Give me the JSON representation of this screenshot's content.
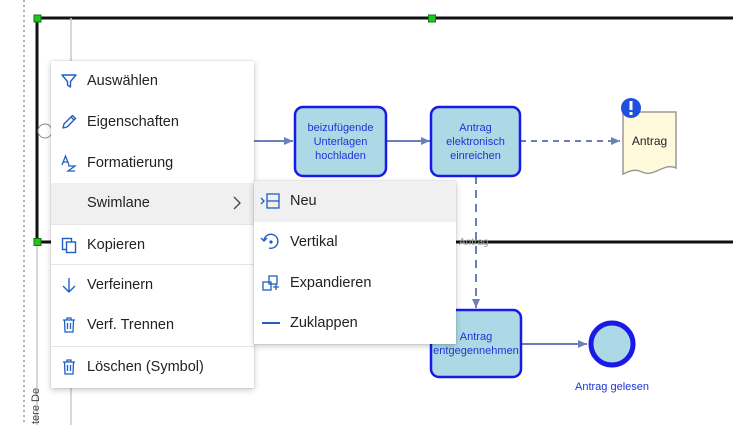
{
  "diagram": {
    "nodes": {
      "upload": "beizufügende Unterlagen hochladen",
      "submit": "Antrag elektronisch einreichen",
      "doc": "Antrag",
      "receive": "Antrag entgegennehmen",
      "end_event": "Antrag gelesen"
    },
    "edge_label": "Antrag",
    "lane_label": "tere De",
    "colors": {
      "task_fill": "#add8e6",
      "task_stroke": "#1a1ae6",
      "edge": "#6b7fbd",
      "text": "#1d35d6"
    }
  },
  "context_menu": {
    "items": [
      {
        "label": "Auswählen",
        "icon": "filter-icon"
      },
      {
        "label": "Eigenschaften",
        "icon": "pencil-icon"
      },
      {
        "label": "Formatierung",
        "icon": "text-format-icon"
      },
      {
        "label": "Swimlane",
        "icon": "",
        "submenu": true
      },
      {
        "label": "Kopieren",
        "icon": "copy-icon"
      },
      {
        "label": "Verfeinern",
        "icon": "arrow-down-icon"
      },
      {
        "label": "Verf. Trennen",
        "icon": "trash-icon"
      },
      {
        "label": "Löschen (Symbol)",
        "icon": "trash-icon"
      }
    ],
    "submenu": [
      {
        "label": "Neu",
        "icon": "new-lane-icon"
      },
      {
        "label": "Vertikal",
        "icon": "rotate-icon"
      },
      {
        "label": "Expandieren",
        "icon": "expand-icon"
      },
      {
        "label": "Zuklappen",
        "icon": "collapse-icon"
      }
    ]
  }
}
